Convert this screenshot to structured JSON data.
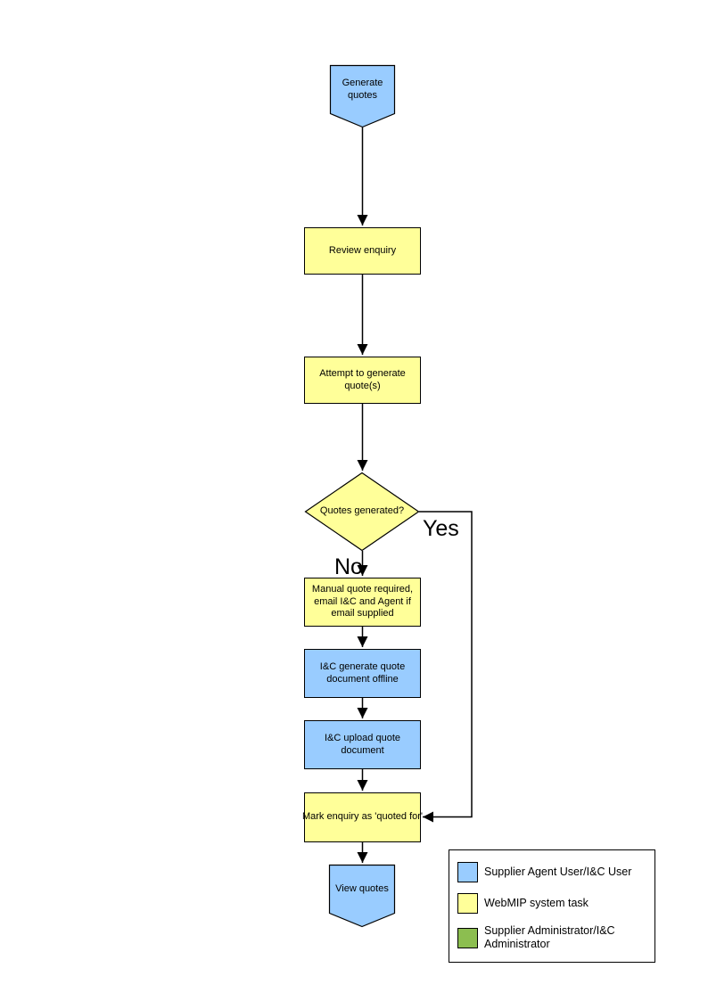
{
  "flowchart": {
    "nodes": {
      "start": {
        "label": "Generate quotes",
        "type": "terminator"
      },
      "review": {
        "label": "Review enquiry",
        "type": "process"
      },
      "attempt": {
        "label": "Attempt to generate quote(s)",
        "type": "process"
      },
      "decision": {
        "label": "Quotes generated?",
        "type": "decision"
      },
      "manual": {
        "label": "Manual quote required, email I&C and Agent if email supplied",
        "type": "process"
      },
      "offline": {
        "label": "I&C generate quote document offline",
        "type": "process"
      },
      "upload": {
        "label": "I&C upload quote document",
        "type": "process"
      },
      "mark": {
        "label": "Mark enquiry as 'quoted for'",
        "type": "process"
      },
      "end": {
        "label": "View quotes",
        "type": "terminator"
      }
    },
    "edge_labels": {
      "yes": "Yes",
      "no": "No"
    }
  },
  "legend": {
    "items": [
      {
        "label": "Supplier Agent User/I&C User",
        "color": "#99CCFF"
      },
      {
        "label": "WebMIP system task",
        "color": "#FFFF99"
      },
      {
        "label": "Supplier Administrator/I&C Administrator",
        "color": "#8CBE50"
      }
    ]
  },
  "colors": {
    "actor_blue": "#99CCFF",
    "system_yellow": "#FFFF99",
    "admin_green": "#8CBE50",
    "line": "#000000"
  }
}
